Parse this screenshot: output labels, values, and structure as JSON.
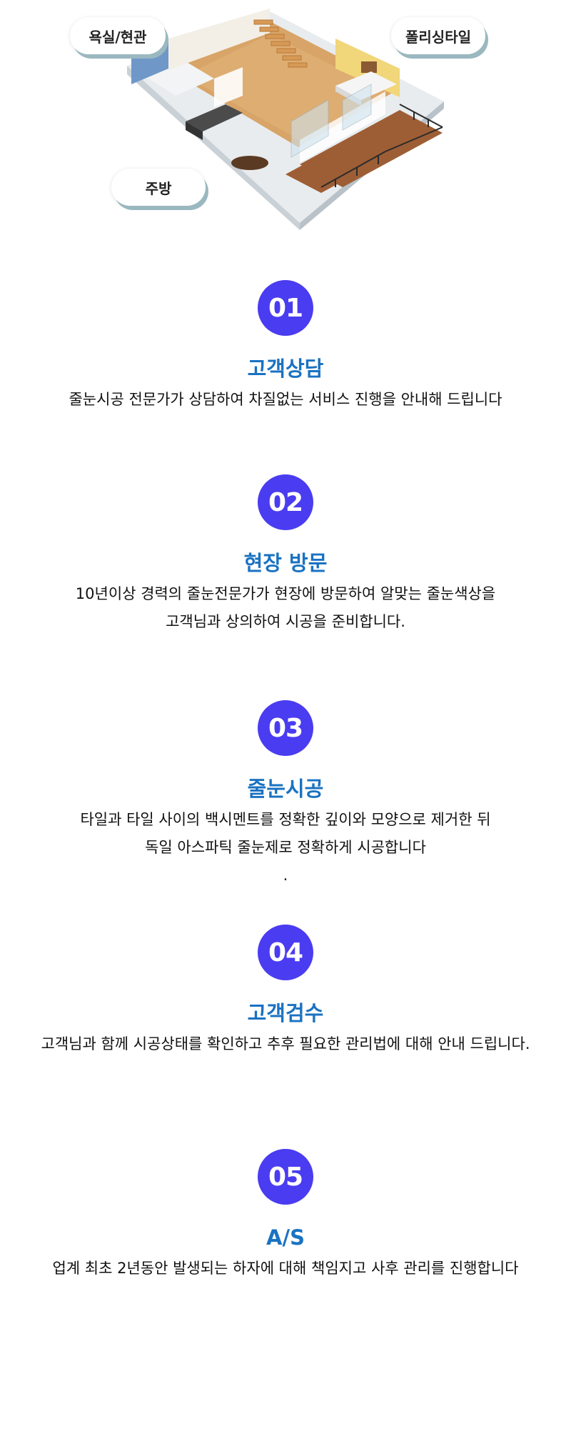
{
  "hero": {
    "labels": {
      "bath": "욕실/현관",
      "tile": "폴리싱타일",
      "kitchen": "주방"
    }
  },
  "steps": [
    {
      "number": "01",
      "title": "고객상담",
      "lines": [
        "줄눈시공 전문가가 상담하여 차질없는 서비스 진행을 안내해 드립니다"
      ]
    },
    {
      "number": "02",
      "title": "현장 방문",
      "lines": [
        "10년이상 경력의 줄눈전문가가 현장에 방문하여 알맞는 줄눈색상을",
        "고객님과 상의하여 시공을 준비합니다."
      ]
    },
    {
      "number": "03",
      "title": "줄눈시공",
      "lines": [
        "타일과 타일 사이의 백시멘트를 정확한 깊이와 모양으로 제거한 뒤",
        "독일 아스파틱 줄눈제로 정확하게 시공합니다",
        "."
      ]
    },
    {
      "number": "04",
      "title": "고객검수",
      "lines": [
        "고객님과 함께 시공상태를 확인하고 추후 필요한 관리법에 대해 안내 드립니다."
      ]
    },
    {
      "number": "05",
      "title": "A/S",
      "lines": [
        "업계 최초 2년동안 발생되는 하자에 대해 책임지고 사후 관리를 진행합니다"
      ]
    }
  ],
  "colors": {
    "badge": "#4a3cf0",
    "title": "#1a72c2"
  }
}
